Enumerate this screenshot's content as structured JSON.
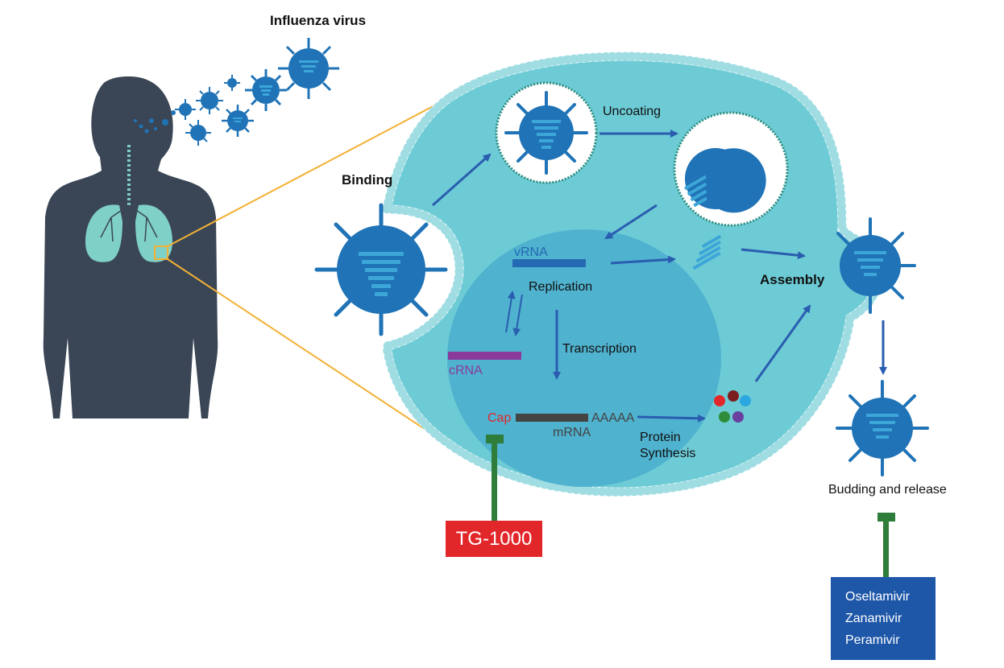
{
  "colors": {
    "cell": "#6dcbd5",
    "nucleus": "#4fb2cf",
    "membrane_bead": "#ffffff",
    "virus": "#1f73b6",
    "virus_light": "#3da6d8",
    "arrow": "#2a5db0",
    "human": "#3a4656",
    "lung": "#7fd0c6",
    "guide_line": "#f2b134",
    "inhibitor": "#2e7d3a",
    "tg_box": "#e2272b",
    "drug_box": "#1e57a8",
    "vrna": "#2469b3",
    "crna": "#8b3a9b",
    "mrna": "#444444",
    "cap": "#e2272b"
  },
  "labels": {
    "influenza_virus": "Influenza virus",
    "binding": "Binding",
    "uncoating": "Uncoating",
    "assembly": "Assembly",
    "vrna": "vRNA",
    "replication": "Replication",
    "crna": "cRNA",
    "transcription": "Transcription",
    "cap": "Cap",
    "aaaaa": "AAAAA",
    "mrna": "mRNA",
    "protein": "Protein",
    "synthesis": "Synthesis",
    "budding": "Budding and release"
  },
  "inhibitors": {
    "tg": "TG-1000",
    "neuraminidase_drugs": [
      "Oseltamivir",
      "Zanamivir",
      "Peramivir"
    ]
  },
  "icons": [
    "human-silhouette-icon",
    "lungs-icon",
    "virus-icon",
    "protein-dots-icon",
    "inhibitor-t-icon"
  ]
}
